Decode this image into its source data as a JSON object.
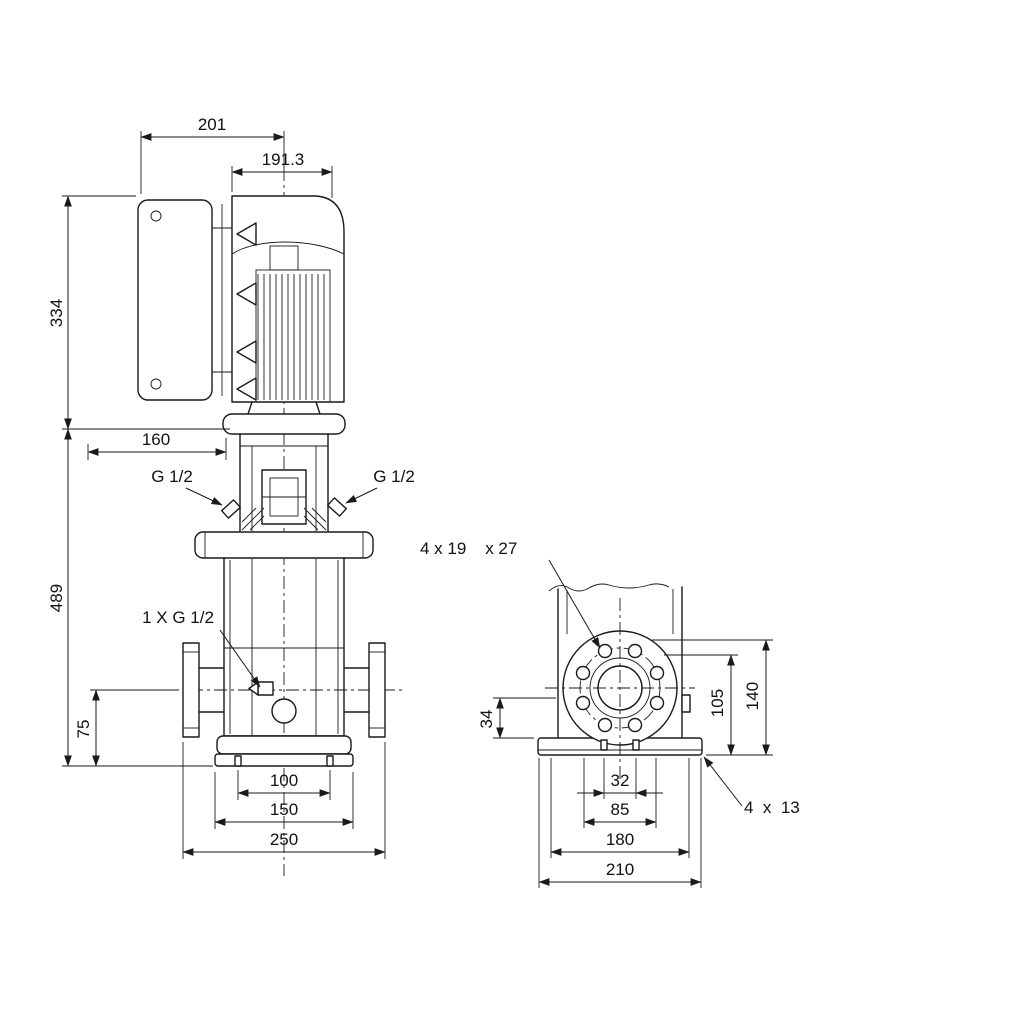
{
  "colors": {
    "ink": "#1a1a1a",
    "background": "#ffffff"
  },
  "drawing": {
    "labels": {
      "w201": "201",
      "w191": "191.3",
      "h334": "334",
      "w160": "160",
      "plugLeft": "G 1/2",
      "plugRight": "G 1/2",
      "h489": "489",
      "drainLabel": "1 X G 1/2",
      "h75": "75",
      "w100": "100",
      "w150": "150",
      "w250": "250",
      "flangeHoles": "4 x 19    x 27",
      "h34": "34",
      "h105": "105",
      "h140": "140",
      "w32": "32",
      "w85": "85",
      "w180": "180",
      "w210": "210",
      "baseHoles": "4  x  13"
    }
  }
}
